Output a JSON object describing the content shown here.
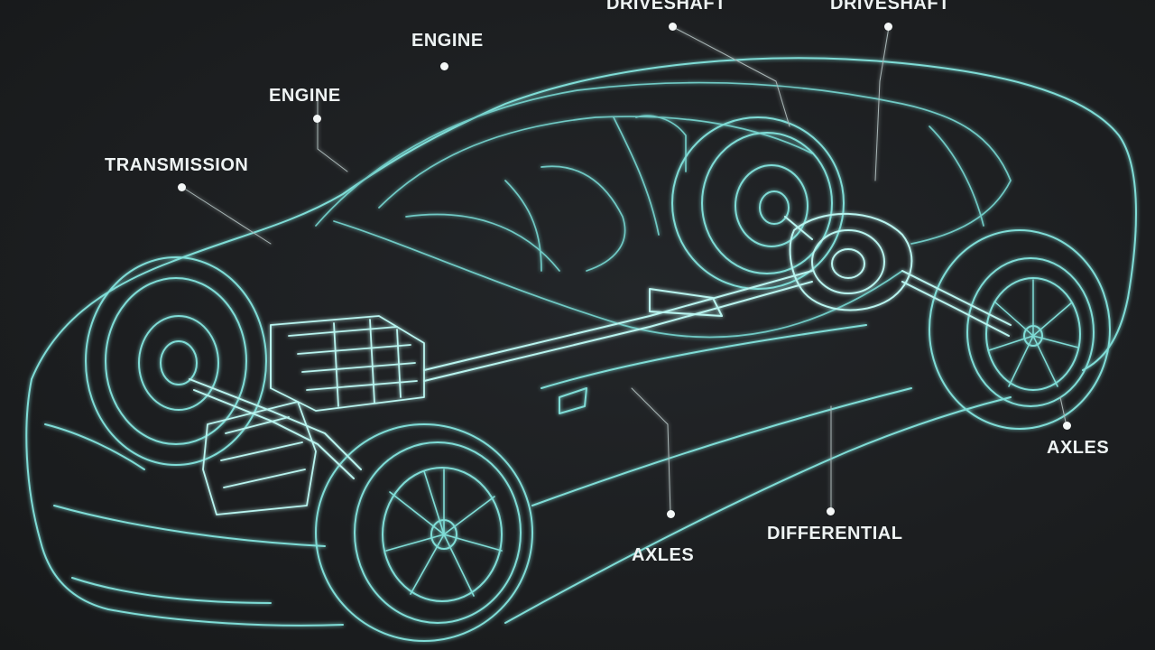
{
  "colors": {
    "background": "#1c1e20",
    "wireframe": "#7fdcd6",
    "wireframe_bright": "#b8f4ef",
    "label_text": "#eef3f3"
  },
  "labels": {
    "driveshaft_1": "DRIVESHAFT",
    "driveshaft_2": "DRIVESHAFT",
    "engine_1": "ENGINE",
    "engine_2": "ENGINE",
    "transmission": "TRANSMISSION",
    "axles_1": "AXLES",
    "axles_2": "AXLES",
    "differential": "DIFFERENTIAL"
  }
}
